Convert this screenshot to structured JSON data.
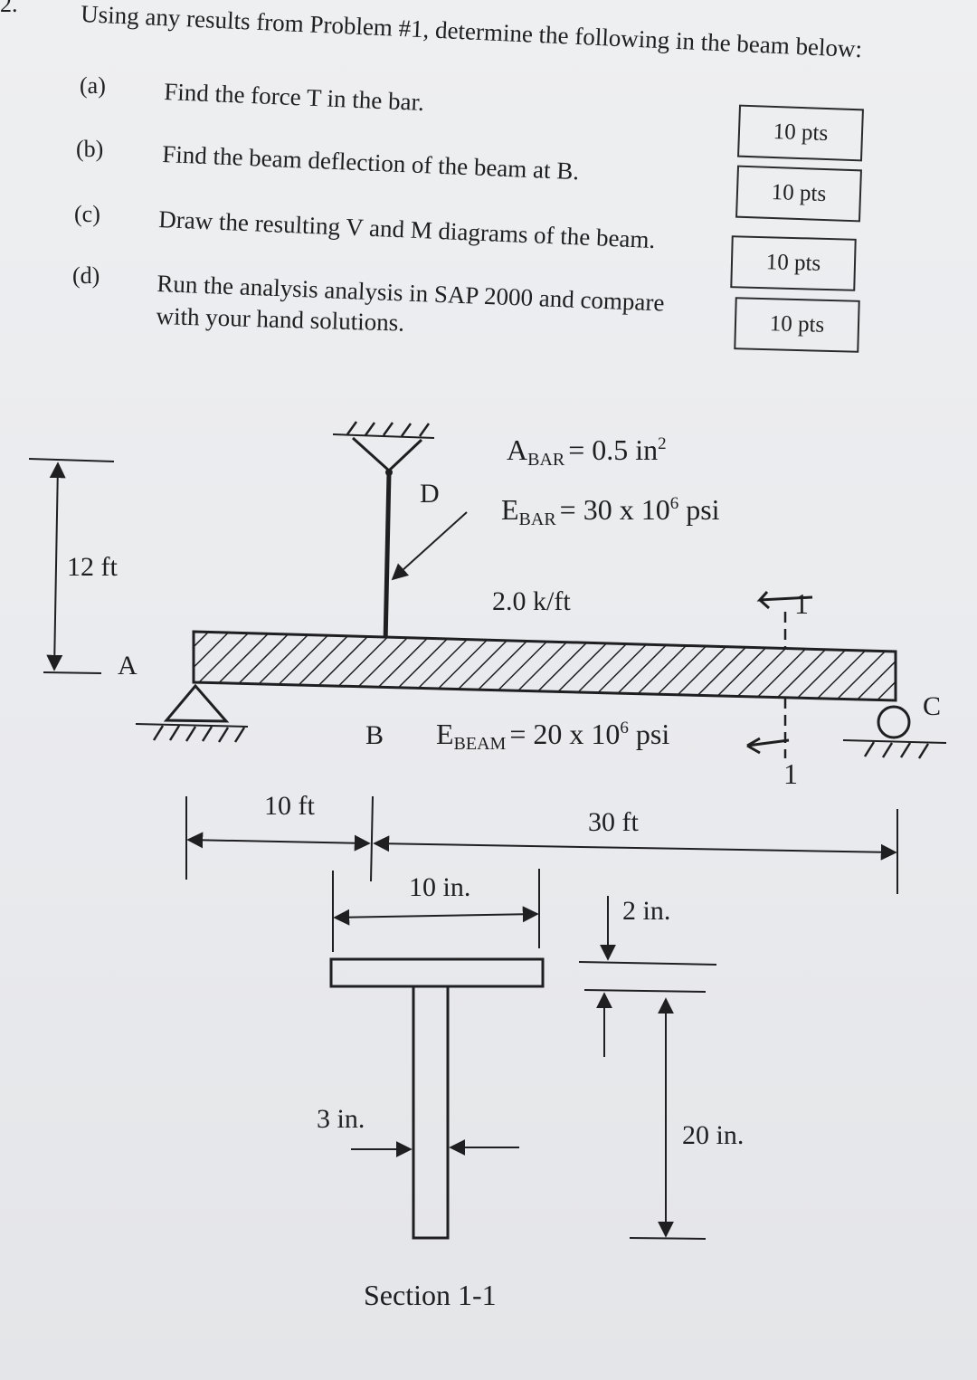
{
  "header": {
    "number": "2.",
    "intro": "Using any results from Problem #1, determine the following in the beam below:"
  },
  "parts": [
    {
      "label": "(a)",
      "text": "Find the force T in the bar.",
      "points": "10 pts"
    },
    {
      "label": "(b)",
      "text": "Find the beam deflection of the beam at B.",
      "points": "10 pts"
    },
    {
      "label": "(c)",
      "text": "Draw the resulting V and M diagrams of the beam.",
      "points": "10 pts"
    },
    {
      "label": "(d)",
      "text_line1": "Run the analysis analysis  in SAP 2000 and compare",
      "text_line2": "with your hand solutions.",
      "points": "10 pts"
    }
  ],
  "diagram": {
    "bar_area": {
      "sym": "A",
      "sub": "BAR",
      "value": "= 0.5 in",
      "exp": "2"
    },
    "bar_modulus": {
      "sym": "E",
      "sub": "BAR",
      "value": "= 30 x 10",
      "exp": "6",
      "unit": " psi"
    },
    "beam_modulus": {
      "sym": "E",
      "sub": "BEAM",
      "value": "= 20 x 10",
      "exp": "6",
      "unit": " psi"
    },
    "load": "2.0 k/ft",
    "height_dim": "12 ft",
    "span_left": "10 ft",
    "span_right": "30 ft",
    "labels": {
      "A": "A",
      "B": "B",
      "C": "C",
      "D": "D",
      "cut_top": "1",
      "cut_bottom": "1"
    },
    "section": {
      "title": "Section 1-1",
      "flange_width": "10 in.",
      "flange_thickness": "2 in.",
      "web_thickness": "3 in.",
      "depth": "20 in."
    }
  }
}
